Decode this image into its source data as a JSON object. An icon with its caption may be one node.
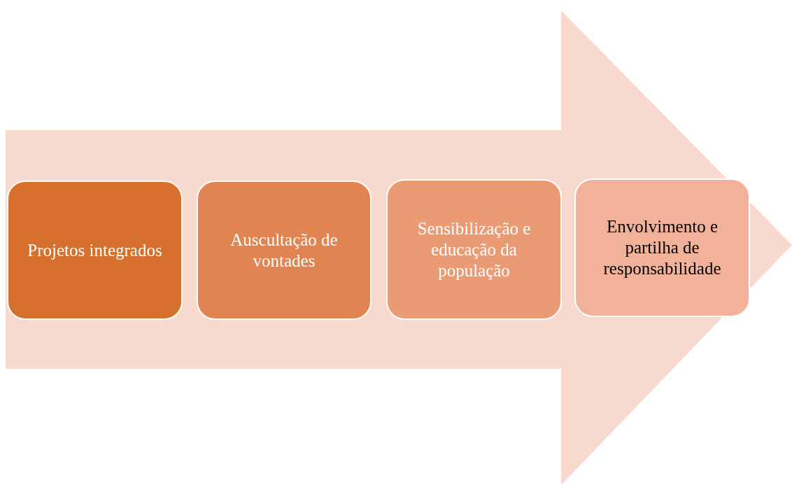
{
  "diagram": {
    "nodes": [
      {
        "text": [
          "Projetos integrados"
        ]
      },
      {
        "text": [
          "Auscultação de vontades"
        ]
      },
      {
        "text": [
          "Sensibilização e educação da população"
        ]
      },
      {
        "text": [
          "Envolvimento e partilha de responsabilidade"
        ]
      }
    ]
  }
}
